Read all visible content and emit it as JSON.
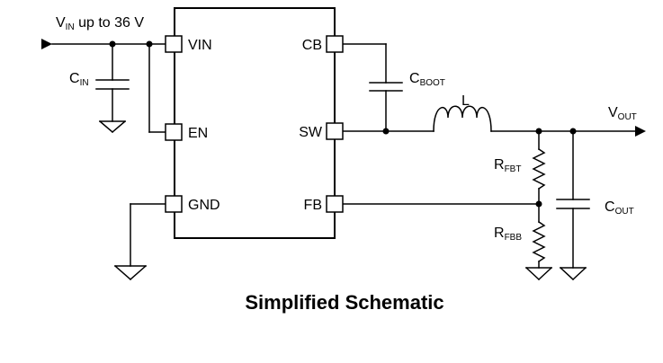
{
  "labels": {
    "vin_main": "V",
    "vin_sub": "IN",
    "vin_rest": " up to 36 V",
    "cin_main": "C",
    "cin_sub": "IN",
    "cboot_main": "C",
    "cboot_sub": "BOOT",
    "inductor": "L",
    "vout_main": "V",
    "vout_sub": "OUT",
    "rfbt_main": "R",
    "rfbt_sub": "FBT",
    "rfbb_main": "R",
    "rfbb_sub": "FBB",
    "cout_main": "C",
    "cout_sub": "OUT"
  },
  "pins": {
    "vin": "VIN",
    "en": "EN",
    "gnd": "GND",
    "cb": "CB",
    "sw": "SW",
    "fb": "FB"
  },
  "title": "Simplified Schematic"
}
